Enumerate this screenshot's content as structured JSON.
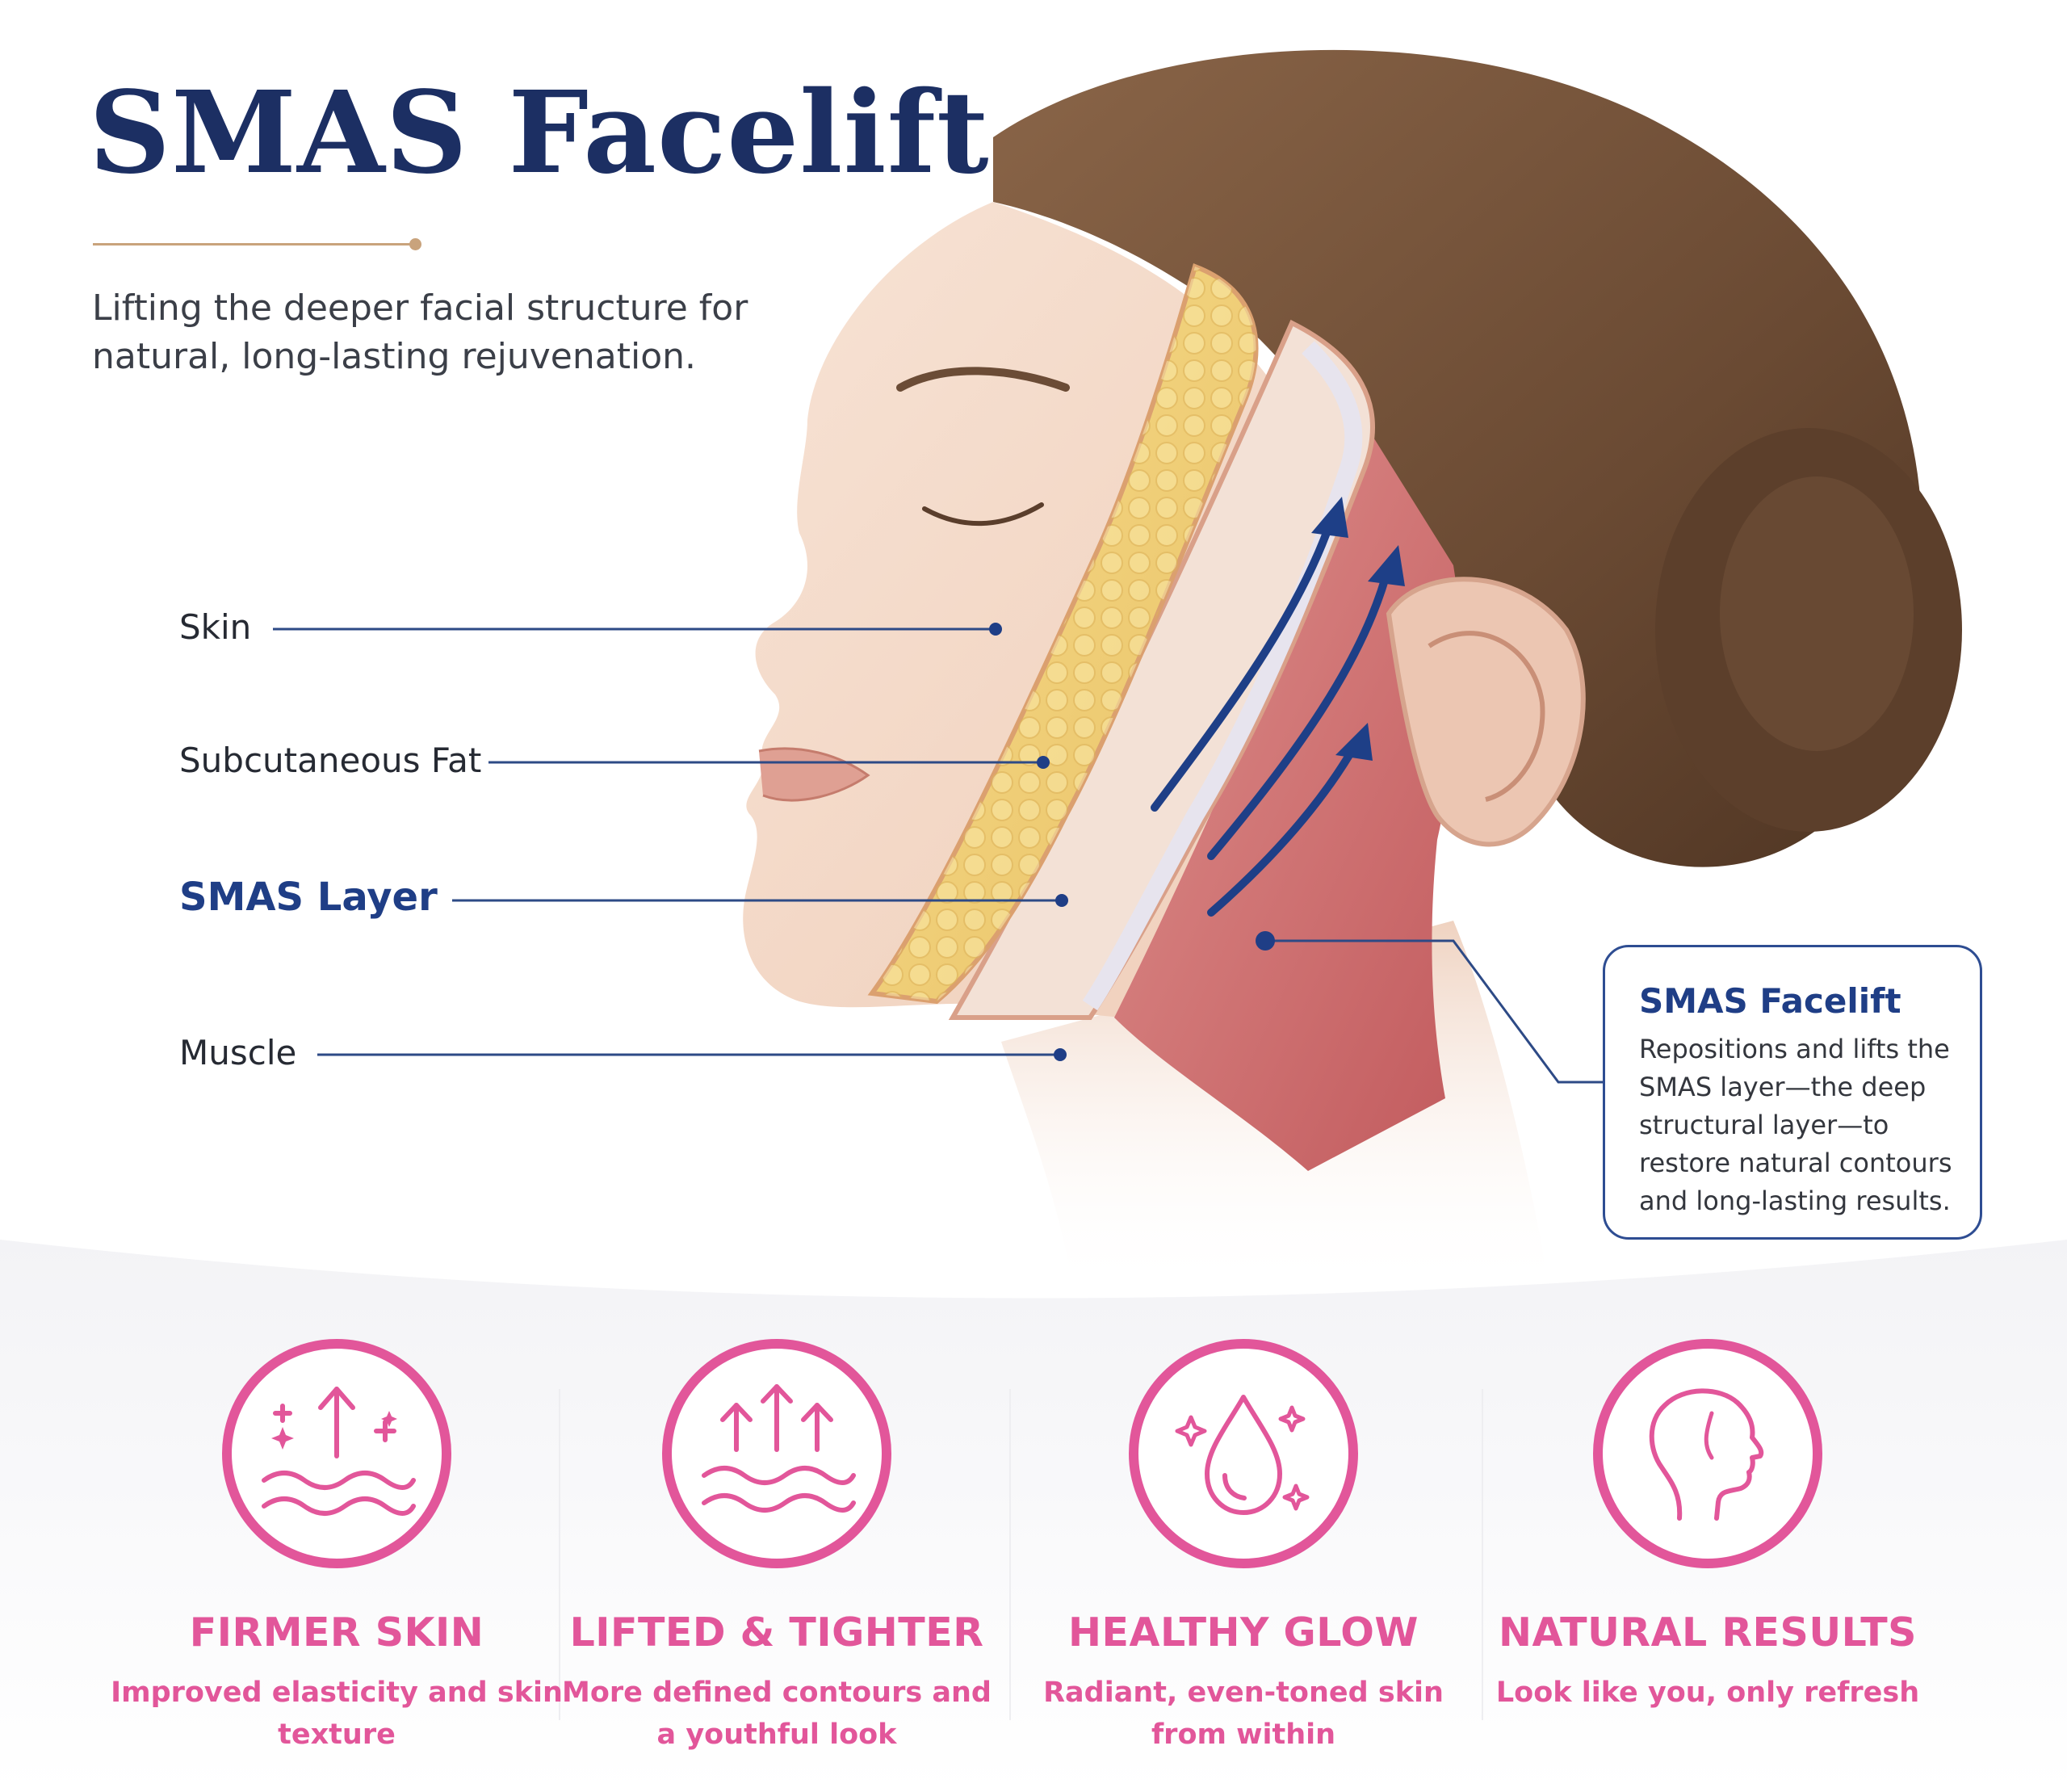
{
  "header": {
    "title": "SMAS Facelift",
    "subtitle": "Lifting the deeper facial structure for natural, long-lasting rejuvenation."
  },
  "labels": {
    "skin": "Skin",
    "fat": "Subcutaneous Fat",
    "smas": "SMAS Layer",
    "muscle": "Muscle"
  },
  "callout": {
    "title": "SMAS Facelift",
    "text": "Repositions and lifts the SMAS layer—the deep structural layer—to restore natural contours and long-lasting results."
  },
  "benefits": [
    {
      "icon": "skin-waves-up-arrow-icon",
      "title": "FIRMER SKIN",
      "desc": "Improved elasticity and skin texture"
    },
    {
      "icon": "triple-up-arrows-waves-icon",
      "title": "LIFTED & TIGHTER",
      "desc": "More defined contours and a youthful look"
    },
    {
      "icon": "water-drop-sparkles-icon",
      "title": "HEALTHY GLOW",
      "desc": "Radiant, even-toned skin from within"
    },
    {
      "icon": "face-profile-icon",
      "title": "NATURAL RESULTS",
      "desc": "Look like you, only refresh"
    }
  ],
  "colors": {
    "navy": "#1c2f63",
    "accent_gold": "#c9a37c",
    "pink": "#e2569a",
    "smas_blue": "#1f3e86"
  }
}
